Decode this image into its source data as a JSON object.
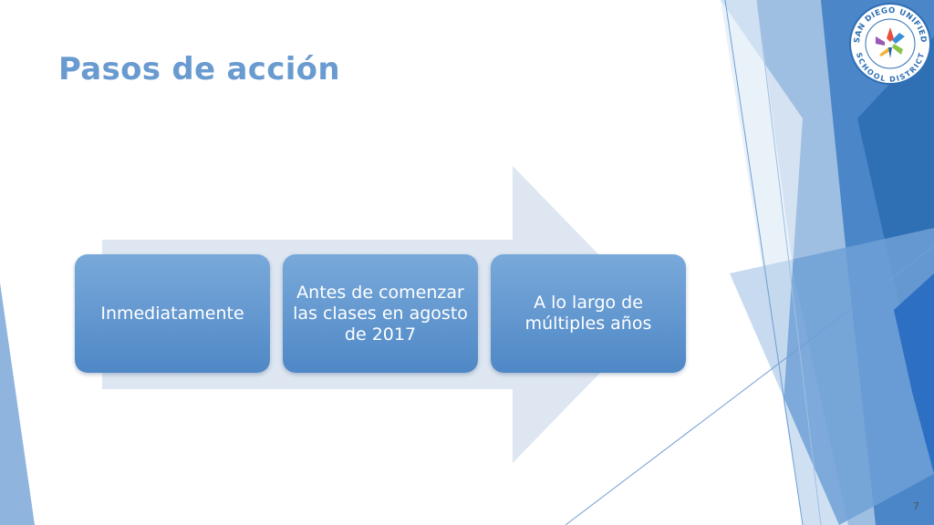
{
  "slide": {
    "title": "Pasos de acción",
    "page_number": "7"
  },
  "diagram": {
    "steps": [
      {
        "label": "Inmediatamente"
      },
      {
        "label": "Antes de comenzar las clases en agosto de 2017"
      },
      {
        "label": "A lo largo de múltiples años"
      }
    ]
  },
  "logo": {
    "text_top": "SAN DIEGO UNIFIED",
    "text_bottom": "SCHOOL DISTRICT"
  },
  "colors": {
    "title": "#6a9bd0",
    "box": "#5a91cc",
    "arrow": "#dfe7f1",
    "accent_dark": "#2f6fb4",
    "accent_light": "#a9c6e6"
  }
}
